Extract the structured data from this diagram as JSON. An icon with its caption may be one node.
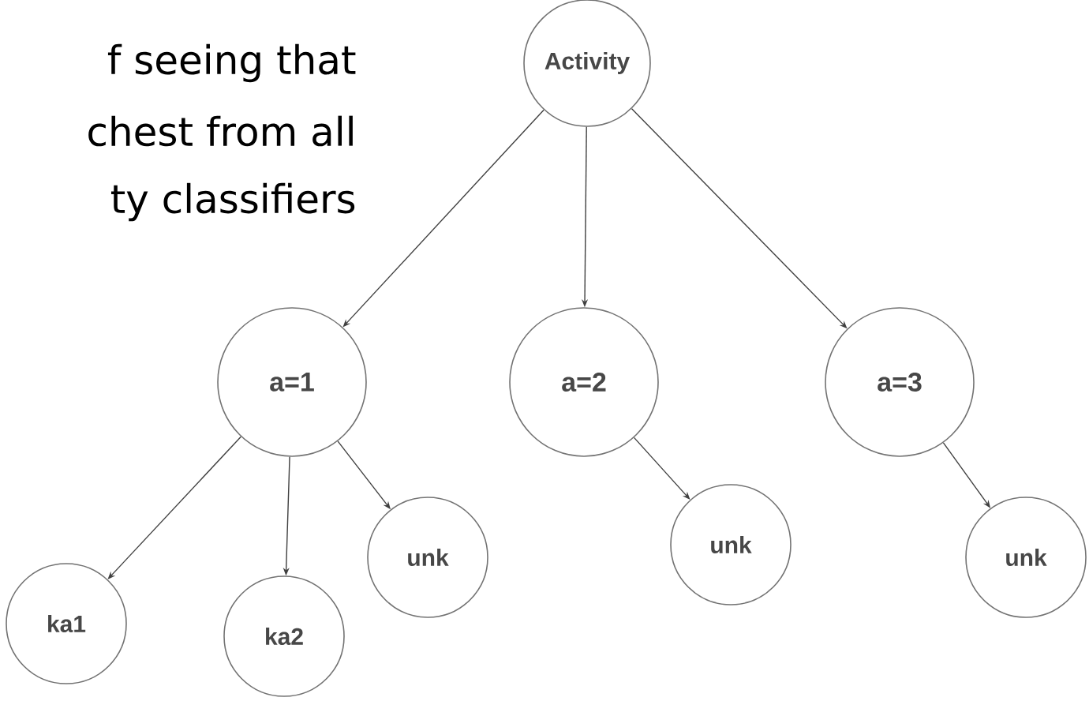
{
  "diagram": {
    "nodes": [
      {
        "text": [
          "Activity"
        ]
      },
      {
        "text": [
          "a=1"
        ]
      },
      {
        "text": [
          "a=2"
        ]
      },
      {
        "text": [
          "a=3"
        ]
      },
      {
        "text": [
          "ka1"
        ]
      },
      {
        "text": [
          "ka2"
        ]
      },
      {
        "text": [
          "unk"
        ]
      },
      {
        "text": [
          "unk"
        ]
      },
      {
        "text": [
          "unk"
        ]
      }
    ],
    "edges": [
      {
        "from": 0,
        "to": 1,
        "arrow": "to"
      },
      {
        "from": 0,
        "to": 2,
        "arrow": "to"
      },
      {
        "from": 0,
        "to": 3,
        "arrow": "to"
      },
      {
        "from": 1,
        "to": 4,
        "arrow": "to"
      },
      {
        "from": 1,
        "to": 5,
        "arrow": "to"
      },
      {
        "from": 1,
        "to": 6,
        "arrow": "to"
      },
      {
        "from": 2,
        "to": 7,
        "arrow": "to"
      },
      {
        "from": 3,
        "to": 8,
        "arrow": "to"
      }
    ],
    "labels": [
      "f seeing that",
      "chest from all",
      "ty classifiers"
    ]
  }
}
